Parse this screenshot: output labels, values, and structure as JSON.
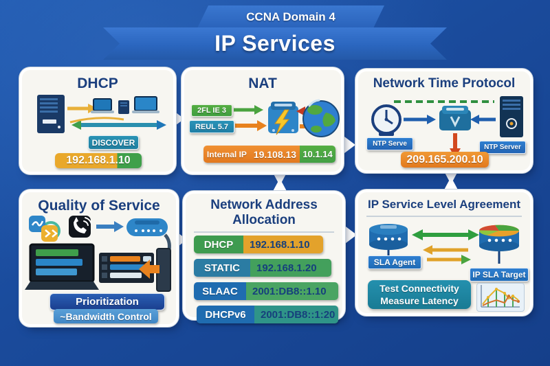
{
  "banner": {
    "tag": "CCNA Domain 4",
    "title": "IP Services"
  },
  "dhcp": {
    "title": "DHCP",
    "discover_badge": "DISCOVER",
    "ip_address": "192.168.1.10"
  },
  "nat": {
    "title": "NAT",
    "inside_badge": "2FL IE 3",
    "outside_badge": "REUL 5.7",
    "bar_label": "Internal IP",
    "bar_ip_internal": "19.108.13",
    "bar_ip_external": "10.1.14"
  },
  "ntp": {
    "title": "Network Time Protocol",
    "clock_badge": "NTP Serve",
    "server_badge": "NTP Server",
    "ip_address": "209.165.200.10"
  },
  "qos": {
    "title": "Quality of Service",
    "feature_primary": "Prioritization",
    "feature_secondary": "~Bandwidth Control"
  },
  "naa": {
    "title_line1": "Network Address",
    "title_line2": "Allocation",
    "rows": [
      {
        "label": "DHCP",
        "value": "192.168.1.10"
      },
      {
        "label": "STATIC",
        "value": "192.168.1.20"
      },
      {
        "label": "SLAAC",
        "value": "2001:DB8::1.10"
      },
      {
        "label": "DHCPv6",
        "value": "2001:DB8::1:20"
      }
    ]
  },
  "ipsla": {
    "title": "IP Service Level Agreement",
    "agent_badge": "SLA Agent",
    "target_badge": "IP SLA Target",
    "action_line1": "Test Connectivity",
    "action_line2": "Measure Latency"
  },
  "colors": {
    "background": "#1a4b9c",
    "ribbon": "#2d6cc8",
    "panel": "#f7f6f1",
    "title_navy": "#1b3f7e",
    "teal": "#1f7fa0",
    "green": "#3f9e4a",
    "amber": "#e3a22b",
    "orange": "#e2791f",
    "red": "#c23b22"
  }
}
